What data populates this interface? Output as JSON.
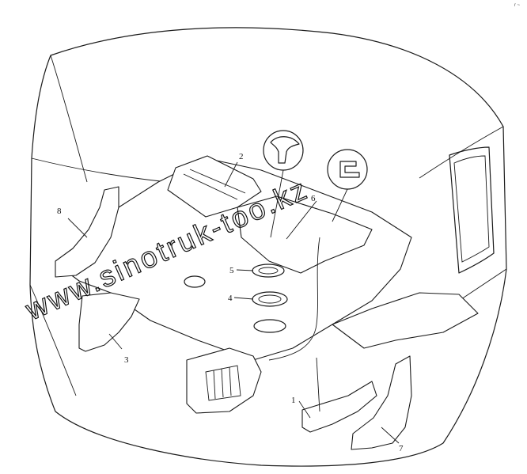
{
  "callouts": [
    {
      "id": "1",
      "label": "1"
    },
    {
      "id": "2",
      "label": "2"
    },
    {
      "id": "3",
      "label": "3"
    },
    {
      "id": "4",
      "label": "4"
    },
    {
      "id": "5",
      "label": "5"
    },
    {
      "id": "6",
      "label": "6"
    },
    {
      "id": "7",
      "label": "7"
    },
    {
      "id": "8",
      "label": "8"
    }
  ],
  "watermark": {
    "text": "www.sinotruk-too.kz"
  },
  "corner_mark": {
    "text": "r ~"
  },
  "colors": {
    "line": "#1a1a1a",
    "paper": "#ffffff",
    "watermark_stroke": "#111111"
  }
}
